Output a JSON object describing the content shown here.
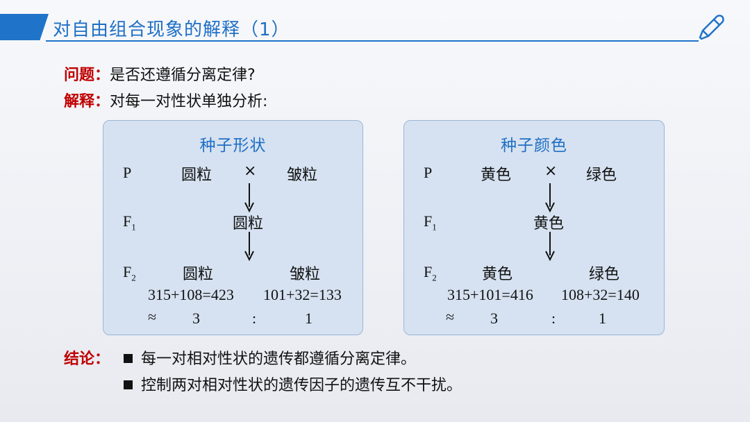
{
  "header": {
    "title": "对自由组合现象的解释（1）"
  },
  "question": {
    "label": "问题：",
    "text": "是否还遵循分离定律?"
  },
  "explanation": {
    "label": "解释：",
    "text": "对每一对性状单独分析:"
  },
  "panels": [
    {
      "title": "种子形状",
      "p_label": "P",
      "parent_a": "圆粒",
      "cross": "×",
      "parent_b": "皱粒",
      "f1_label": "F",
      "f1_sub": "1",
      "f1_value": "圆粒",
      "f2_label": "F",
      "f2_sub": "2",
      "f2_a": "圆粒",
      "f2_b": "皱粒",
      "count_a": "315+108=423",
      "count_b": "101+32=133",
      "approx": "≈",
      "ratio_a": "3",
      "colon": ":",
      "ratio_b": "1"
    },
    {
      "title": "种子颜色",
      "p_label": "P",
      "parent_a": "黄色",
      "cross": "×",
      "parent_b": "绿色",
      "f1_label": "F",
      "f1_sub": "1",
      "f1_value": "黄色",
      "f2_label": "F",
      "f2_sub": "2",
      "f2_a": "黄色",
      "f2_b": "绿色",
      "count_a": "315+101=416",
      "count_b": "108+32=140",
      "approx": "≈",
      "ratio_a": "3",
      "colon": ":",
      "ratio_b": "1"
    }
  ],
  "conclusion": {
    "label": "结论：",
    "items": [
      "每一对相对性状的遗传都遵循分离定律。",
      "控制两对相对性状的遗传因子的遗传互不干扰。"
    ]
  },
  "colors": {
    "accent": "#1f73c9",
    "label_red": "#c00000",
    "panel_bg": "#d6e2f1"
  },
  "icons": {
    "header_icon": "pen-icon",
    "arrow": "down-arrow-icon",
    "bullet": "square-bullet-icon"
  }
}
